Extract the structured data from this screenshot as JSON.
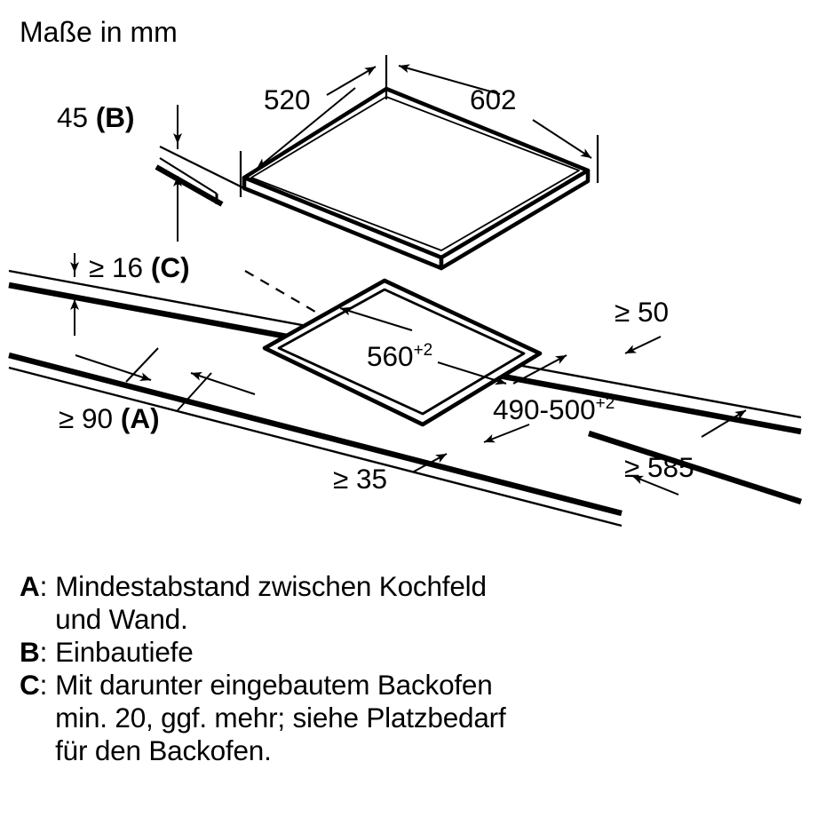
{
  "title": "Maße in mm",
  "dimensions": {
    "depth_b": {
      "value": "45",
      "ref": "(B)",
      "full": "45 (B)"
    },
    "plate_width_left": "520",
    "plate_width_right": "602",
    "worktop_thickness_c": {
      "value": "≥ 16",
      "ref": "(C)",
      "full": "≥ 16 (C)"
    },
    "wall_distance_a": {
      "value": "≥ 90",
      "ref": "(A)",
      "full": "≥ 90 (A)"
    },
    "cutout_width": {
      "base": "560",
      "tolerance": "+2"
    },
    "cutout_depth": {
      "base": "490-500",
      "tolerance": "+2"
    },
    "front_edge_min": "≥ 35",
    "rear_edge_min": "≥ 50",
    "worktop_depth_min": "≥ 585"
  },
  "legend": [
    {
      "key": "A",
      "colon": ":",
      "lines": [
        "Mindestabstand zwischen Kochfeld",
        "und Wand."
      ]
    },
    {
      "key": "B",
      "colon": ":",
      "lines": [
        "Einbautiefe"
      ]
    },
    {
      "key": "C",
      "colon": ":",
      "lines": [
        "Mit darunter eingebautem Backofen",
        "min. 20, ggf. mehr; siehe Platzbedarf",
        "für den Backofen."
      ]
    }
  ],
  "colors": {
    "line": "#000000",
    "background": "#ffffff"
  }
}
